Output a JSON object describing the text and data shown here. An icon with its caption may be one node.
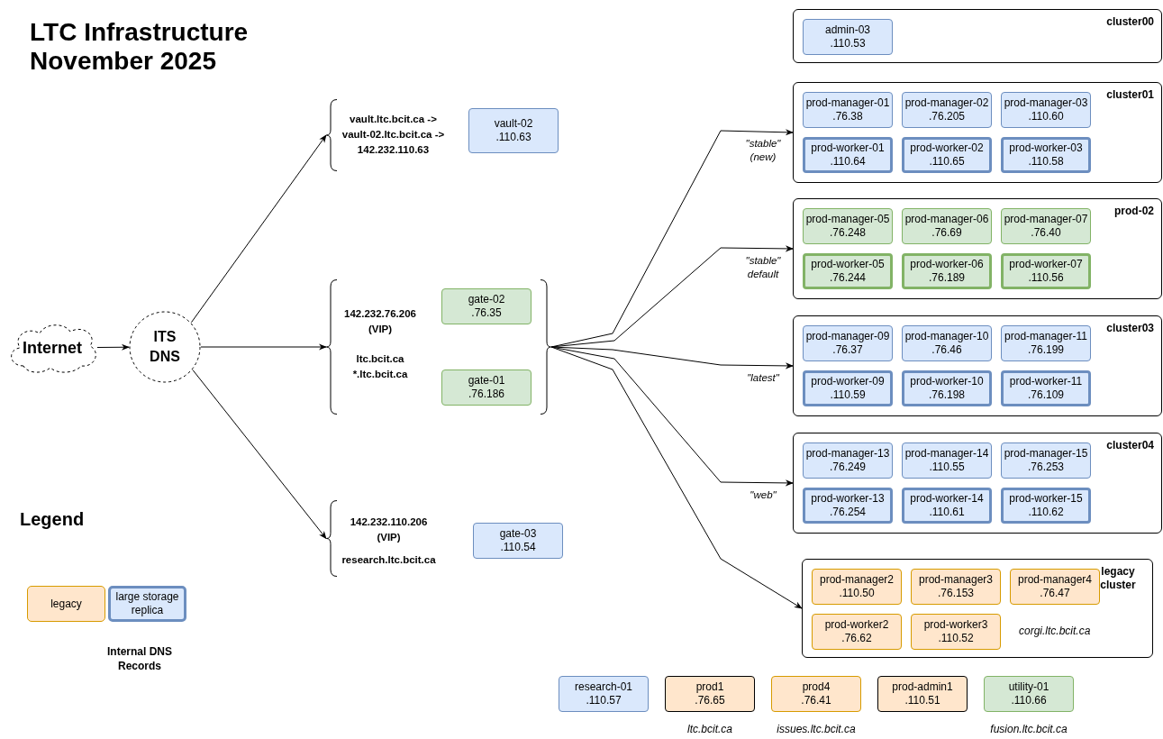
{
  "diagram": {
    "title": "LTC Infrastructure November 2025",
    "nodes": [
      {
        "text": [
          "Internet"
        ]
      },
      {
        "text": [
          "ITS DNS"
        ]
      },
      {
        "text": [
          "vault.ltc.bcit.ca -> vault-02.ltc.bcit.ca -> 142.232.110.63"
        ]
      },
      {
        "text": [
          "vault-02",
          ".110.63"
        ]
      },
      {
        "text": [
          "142.232.76.206 (VIP)",
          "ltc.bcit.ca *.ltc.bcit.ca"
        ]
      },
      {
        "text": [
          "gate-02",
          ".76.35"
        ],
        "in": 4
      },
      {
        "text": [
          "gate-01",
          ".76.186"
        ],
        "in": 4
      },
      {
        "text": [
          "142.232.110.206 (VIP)",
          "research.ltc.bcit.ca"
        ]
      },
      {
        "text": [
          "gate-03",
          ".110.54"
        ]
      },
      {
        "text": [
          "cluster00"
        ]
      },
      {
        "text": [
          "admin-03",
          ".110.53"
        ],
        "in": 9
      },
      {
        "text": [
          "cluster01"
        ]
      },
      {
        "text": [
          "prod-manager-01",
          ".76.38"
        ],
        "in": 11
      },
      {
        "text": [
          "prod-manager-02",
          ".76.205"
        ],
        "in": 11
      },
      {
        "text": [
          "prod-manager-03",
          ".110.60"
        ],
        "in": 11
      },
      {
        "text": [
          "prod-worker-01",
          ".110.64"
        ],
        "in": 11
      },
      {
        "text": [
          "prod-worker-02",
          ".110.65"
        ],
        "in": 11
      },
      {
        "text": [
          "prod-worker-03",
          ".110.58"
        ],
        "in": 11
      },
      {
        "text": [
          "prod-02"
        ]
      },
      {
        "text": [
          "prod-manager-05",
          ".76.248"
        ],
        "in": 18
      },
      {
        "text": [
          "prod-manager-06",
          ".76.69"
        ],
        "in": 18
      },
      {
        "text": [
          "prod-manager-07",
          ".76.40"
        ],
        "in": 18
      },
      {
        "text": [
          "prod-worker-05",
          ".76.244"
        ],
        "in": 18
      },
      {
        "text": [
          "prod-worker-06",
          ".76.189"
        ],
        "in": 18
      },
      {
        "text": [
          "prod-worker-07",
          ".110.56"
        ],
        "in": 18
      },
      {
        "text": [
          "cluster03"
        ]
      },
      {
        "text": [
          "prod-manager-09",
          ".76.37"
        ],
        "in": 25
      },
      {
        "text": [
          "prod-manager-10",
          ".76.46"
        ],
        "in": 25
      },
      {
        "text": [
          "prod-manager-11",
          ".76.199"
        ],
        "in": 25
      },
      {
        "text": [
          "prod-worker-09",
          ".110.59"
        ],
        "in": 25
      },
      {
        "text": [
          "prod-worker-10",
          ".76.198"
        ],
        "in": 25
      },
      {
        "text": [
          "prod-worker-11",
          ".76.109"
        ],
        "in": 25
      },
      {
        "text": [
          "cluster04"
        ]
      },
      {
        "text": [
          "prod-manager-13",
          ".76.249"
        ],
        "in": 32
      },
      {
        "text": [
          "prod-manager-14",
          ".110.55"
        ],
        "in": 32
      },
      {
        "text": [
          "prod-manager-15",
          ".76.253"
        ],
        "in": 32
      },
      {
        "text": [
          "prod-worker-13",
          ".76.254"
        ],
        "in": 32
      },
      {
        "text": [
          "prod-worker-14",
          ".110.61"
        ],
        "in": 32
      },
      {
        "text": [
          "prod-worker-15",
          ".110.62"
        ],
        "in": 32
      },
      {
        "text": [
          "legacy cluster",
          "corgi.ltc.bcit.ca"
        ]
      },
      {
        "text": [
          "prod-manager2",
          ".110.50"
        ],
        "in": 39
      },
      {
        "text": [
          "prod-manager3",
          ".76.153"
        ],
        "in": 39
      },
      {
        "text": [
          "prod-manager4",
          ".76.47"
        ],
        "in": 39
      },
      {
        "text": [
          "prod-worker2",
          ".76.62"
        ],
        "in": 39
      },
      {
        "text": [
          "prod-worker3",
          ".110.52"
        ],
        "in": 39
      },
      {
        "text": [
          "research-01",
          ".110.57"
        ]
      },
      {
        "text": [
          "prod1",
          ".76.65"
        ],
        "beside": [
          "ltc.bcit.ca"
        ]
      },
      {
        "text": [
          "prod4",
          ".76.41"
        ],
        "beside": [
          "issues.ltc.bcit.ca"
        ]
      },
      {
        "text": [
          "prod-admin1",
          ".110.51"
        ]
      },
      {
        "text": [
          "utility-01",
          ".110.66"
        ],
        "beside": [
          "fusion.ltc.bcit.ca"
        ]
      }
    ],
    "edges": [
      {
        "from": 0,
        "to": 1,
        "arrow": "to"
      },
      {
        "from": 1,
        "to": 2,
        "arrow": "to"
      },
      {
        "from": 1,
        "to": 4,
        "arrow": "to"
      },
      {
        "from": 1,
        "to": 7,
        "arrow": "to"
      },
      {
        "from": 4,
        "to": 11,
        "arrow": "to",
        "label": "\"stable\" (new)"
      },
      {
        "from": 4,
        "to": 18,
        "arrow": "to",
        "label": "\"stable\" default"
      },
      {
        "from": 4,
        "to": 25,
        "arrow": "to",
        "label": "\"latest\""
      },
      {
        "from": 4,
        "to": 32,
        "arrow": "to",
        "label": "\"web\""
      },
      {
        "from": 4,
        "to": 39,
        "arrow": "to"
      }
    ],
    "labels": [
      "Legend",
      "Internal DNS Records"
    ],
    "legend": [
      {
        "text": "legacy",
        "color": "#ffe6cc"
      },
      {
        "text": "large storage replica"
      }
    ]
  }
}
